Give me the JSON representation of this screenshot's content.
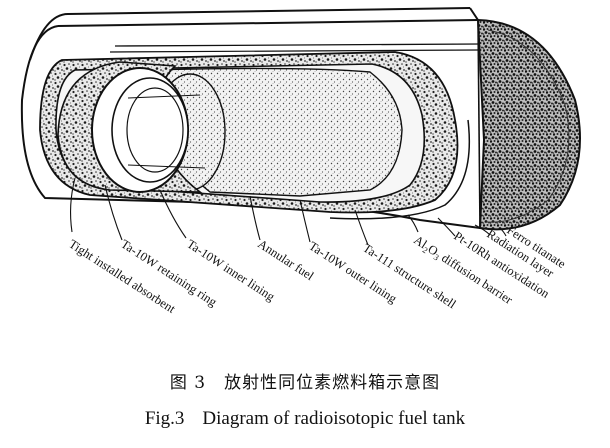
{
  "labels": {
    "tight_absorbent": "Tight installed absorbent",
    "retaining_ring": "Ta-10W retaining ring",
    "inner_lining": "Ta-10W inner lining",
    "annular_fuel": "Annular fuel",
    "outer_lining": "Ta-10W outer lining",
    "structure_shell": "Ta-111 structure shell",
    "diffusion_barrier_main": "Al",
    "diffusion_barrier_sub1": "2",
    "diffusion_barrier_o": "O",
    "diffusion_barrier_sub2": "3",
    "diffusion_barrier_rest": " diffusion barrier",
    "antioxidation": "Pt-10Rh antioxidation",
    "radiation_layer": "Radiation layer",
    "ferro_titanate": "Ferro titanate"
  },
  "caption": {
    "cn_num": "图 3",
    "cn_text": "放射性同位素燃料箱示意图",
    "en_num": "Fig.3",
    "en_text": "Diagram of radioisotopic fuel tank"
  }
}
